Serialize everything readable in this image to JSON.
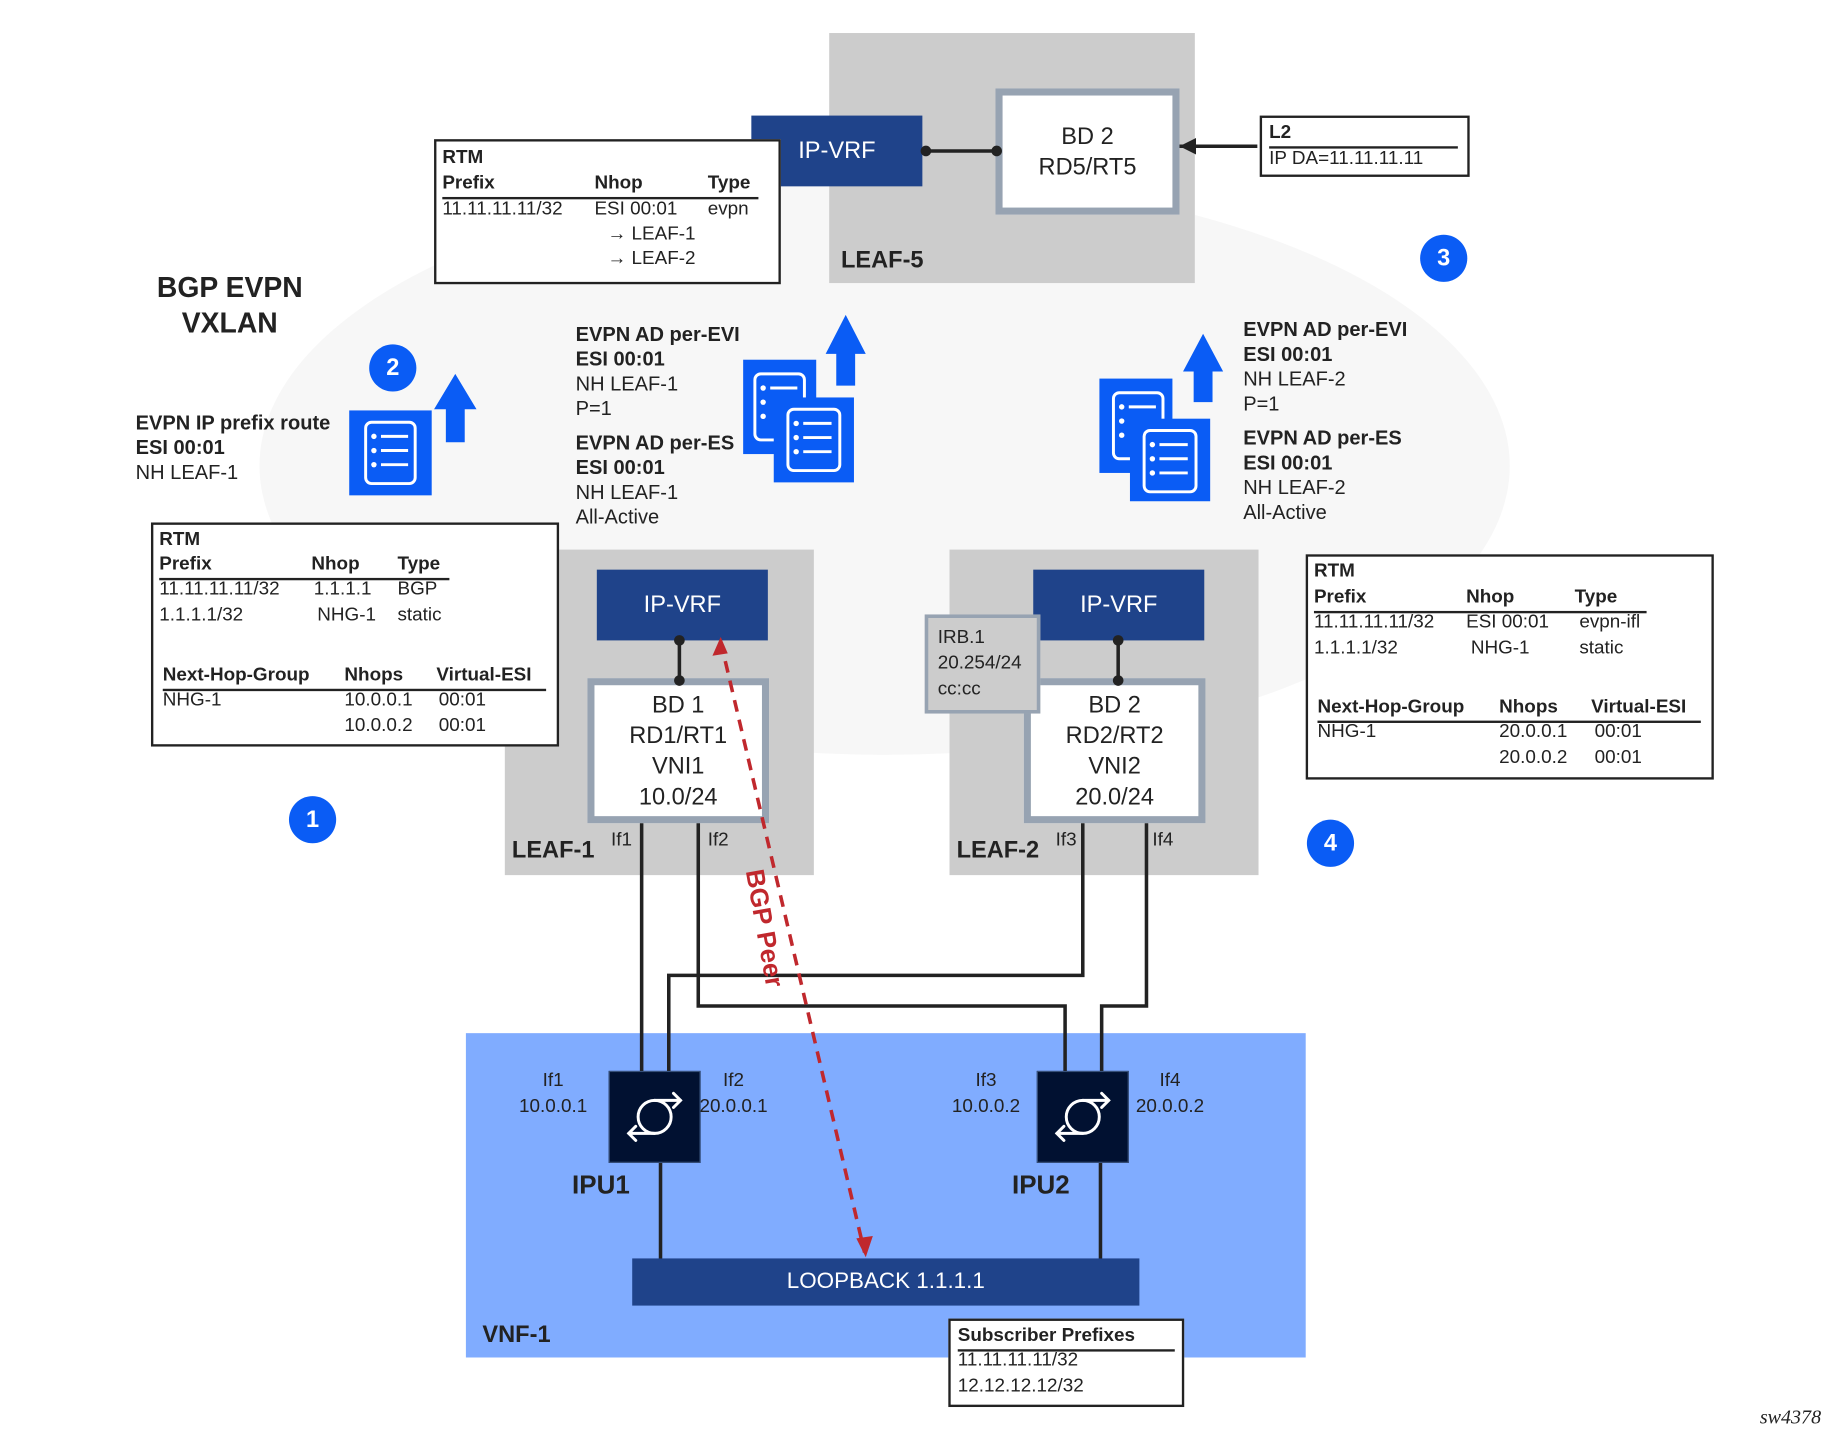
{
  "title": {
    "line1": "BGP EVPN",
    "line2": "VXLAN"
  },
  "leaf5": {
    "label": "LEAF-5",
    "vrf": "IP-VRF",
    "bd": {
      "line1": "BD 2",
      "line2": "RD5/RT5"
    },
    "rtm": {
      "title": "RTM",
      "headers": [
        "Prefix",
        "Nhop",
        "Type"
      ],
      "rows": [
        {
          "prefix": "11.11.11.11/32",
          "nhop": "ESI 00:01",
          "type": "evpn"
        },
        {
          "prefix": "",
          "nhop": "→ LEAF-1",
          "type": ""
        },
        {
          "prefix": "",
          "nhop": "→ LEAF-2",
          "type": ""
        }
      ]
    }
  },
  "l2_box": {
    "title": "L2",
    "value": "IP DA=11.11.11.11"
  },
  "badges": [
    "1",
    "2",
    "3",
    "4"
  ],
  "route_ip_prefix": {
    "line1": "EVPN IP prefix route",
    "line2": "ESI 00:01",
    "line3": "NH LEAF-1"
  },
  "routes_leaf1": {
    "evi": {
      "title": "EVPN AD per-EVI",
      "esi": "ESI 00:01",
      "nh": "NH LEAF-1",
      "extra": "P=1"
    },
    "es": {
      "title": "EVPN AD per-ES",
      "esi": "ESI 00:01",
      "nh": "NH LEAF-1",
      "extra": "All-Active"
    }
  },
  "routes_leaf2": {
    "evi": {
      "title": "EVPN AD per-EVI",
      "esi": "ESI 00:01",
      "nh": "NH LEAF-2",
      "extra": "P=1"
    },
    "es": {
      "title": "EVPN AD per-ES",
      "esi": "ESI 00:01",
      "nh": "NH LEAF-2",
      "extra": "All-Active"
    }
  },
  "leaf1": {
    "label": "LEAF-1",
    "vrf": "IP-VRF",
    "bd": {
      "line1": "BD 1",
      "line2": "RD1/RT1",
      "line3": "VNI1",
      "line4": "10.0/24"
    },
    "if_a": "If1",
    "if_b": "If2",
    "rtm": {
      "title": "RTM",
      "headers": [
        "Prefix",
        "Nhop",
        "Type"
      ],
      "rows": [
        {
          "prefix": "11.11.11.11/32",
          "nhop": "1.1.1.1",
          "type": "BGP"
        },
        {
          "prefix": "1.1.1.1/32",
          "nhop": "NHG-1",
          "type": "static"
        }
      ],
      "nhg_headers": [
        "Next-Hop-Group",
        "Nhops",
        "Virtual-ESI"
      ],
      "nhg_rows": [
        {
          "group": "NHG-1",
          "nhop": "10.0.0.1",
          "esi": "00:01"
        },
        {
          "group": "",
          "nhop": "10.0.0.2",
          "esi": "00:01"
        }
      ]
    }
  },
  "leaf2": {
    "label": "LEAF-2",
    "vrf": "IP-VRF",
    "irb": {
      "line1": "IRB.1",
      "line2": "20.254/24",
      "line3": "cc:cc"
    },
    "bd": {
      "line1": "BD 2",
      "line2": "RD2/RT2",
      "line3": "VNI2",
      "line4": "20.0/24"
    },
    "if_a": "If3",
    "if_b": "If4",
    "rtm": {
      "title": "RTM",
      "headers": [
        "Prefix",
        "Nhop",
        "Type"
      ],
      "rows": [
        {
          "prefix": "11.11.11.11/32",
          "nhop": "ESI 00:01",
          "type": "evpn-ifl"
        },
        {
          "prefix": "1.1.1.1/32",
          "nhop": "NHG-1",
          "type": "static"
        }
      ],
      "nhg_headers": [
        "Next-Hop-Group",
        "Nhops",
        "Virtual-ESI"
      ],
      "nhg_rows": [
        {
          "group": "NHG-1",
          "nhop": "20.0.0.1",
          "esi": "00:01"
        },
        {
          "group": "",
          "nhop": "20.0.0.2",
          "esi": "00:01"
        }
      ]
    }
  },
  "bgp_peer": "BGP Peer",
  "vnf": {
    "label": "VNF-1",
    "ipu1": {
      "label": "IPU1",
      "if_left": {
        "name": "If1",
        "ip": "10.0.0.1"
      },
      "if_right": {
        "name": "If2",
        "ip": "20.0.0.1"
      }
    },
    "ipu2": {
      "label": "IPU2",
      "if_left": {
        "name": "If3",
        "ip": "10.0.0.2"
      },
      "if_right": {
        "name": "If4",
        "ip": "20.0.0.2"
      }
    },
    "loopback": "LOOPBACK 1.1.1.1"
  },
  "subscriber": {
    "title": "Subscriber Prefixes",
    "rows": [
      "11.11.11.11/32",
      "12.12.12.12/32"
    ]
  },
  "figure_id": "sw4378",
  "colors": {
    "accent_blue": "#0a5cf5",
    "vrf_blue": "#1f438a",
    "vnf_blue": "#80acff",
    "leaf_gray": "#cccccc",
    "bgp_red": "#c0282d",
    "ipu_navy": "#011131"
  }
}
